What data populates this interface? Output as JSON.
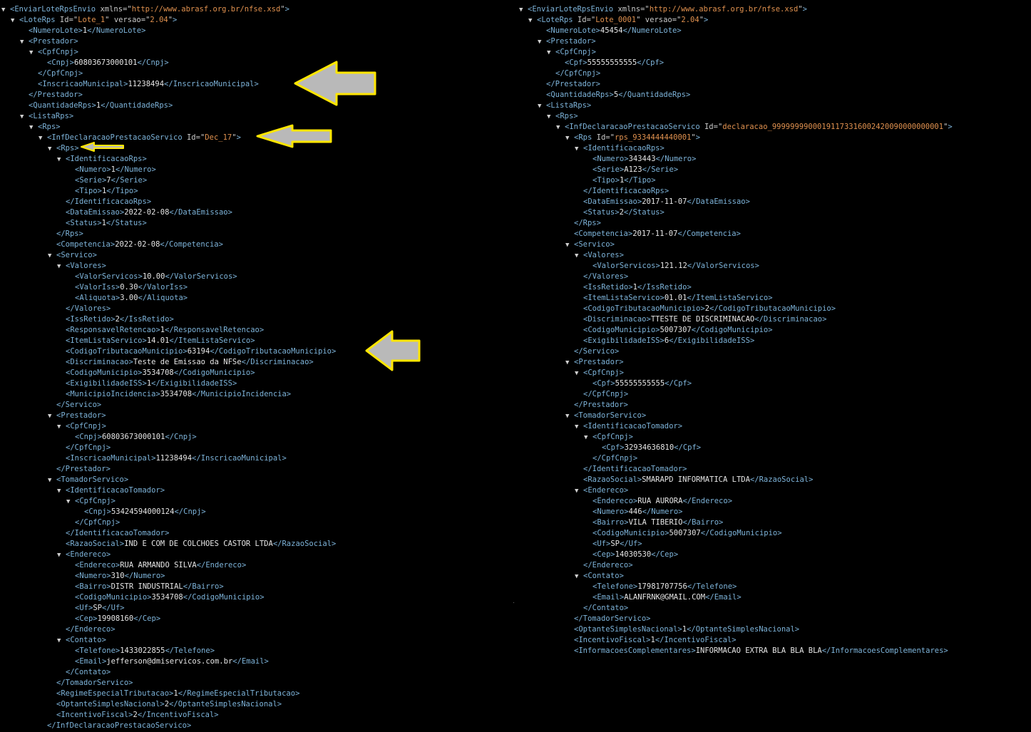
{
  "colors": {
    "background": "#000000",
    "tag": "#7db3d9",
    "text": "#e6e6e6",
    "attr_value": "#e0914f",
    "arrow_fill": "#b9b9b9",
    "arrow_stroke": "#ffe600"
  },
  "left": {
    "lines": [
      {
        "indent": 0,
        "toggle": true,
        "kind": "open",
        "tag": "EnviarLoteRpsEnvio",
        "attrs": [
          {
            "name": "xmlns",
            "value": "http://www.abrasf.org.br/nfse.xsd"
          }
        ]
      },
      {
        "indent": 1,
        "toggle": true,
        "kind": "open",
        "tag": "LoteRps",
        "attrs": [
          {
            "name": "Id",
            "value": "Lote_1"
          },
          {
            "name": "versao",
            "value": "2.04"
          }
        ]
      },
      {
        "indent": 2,
        "kind": "leaf",
        "tag": "NumeroLote",
        "text": "1"
      },
      {
        "indent": 2,
        "toggle": true,
        "kind": "open",
        "tag": "Prestador"
      },
      {
        "indent": 3,
        "toggle": true,
        "kind": "open",
        "tag": "CpfCnpj"
      },
      {
        "indent": 4,
        "kind": "leaf",
        "tag": "Cnpj",
        "text": "60803673000101"
      },
      {
        "indent": 3,
        "kind": "close",
        "tag": "CpfCnpj"
      },
      {
        "indent": 3,
        "kind": "leaf",
        "tag": "InscricaoMunicipal",
        "text": "11238494"
      },
      {
        "indent": 2,
        "kind": "close",
        "tag": "Prestador"
      },
      {
        "indent": 2,
        "kind": "leaf",
        "tag": "QuantidadeRps",
        "text": "1"
      },
      {
        "indent": 2,
        "toggle": true,
        "kind": "open",
        "tag": "ListaRps"
      },
      {
        "indent": 3,
        "toggle": true,
        "kind": "open",
        "tag": "Rps"
      },
      {
        "indent": 4,
        "toggle": true,
        "kind": "open",
        "tag": "InfDeclaracaoPrestacaoServico",
        "attrs": [
          {
            "name": "Id",
            "value": "Dec_17"
          }
        ]
      },
      {
        "indent": 5,
        "toggle": true,
        "kind": "open",
        "tag": "Rps"
      },
      {
        "indent": 6,
        "toggle": true,
        "kind": "open",
        "tag": "IdentificacaoRps"
      },
      {
        "indent": 7,
        "kind": "leaf",
        "tag": "Numero",
        "text": "1"
      },
      {
        "indent": 7,
        "kind": "leaf",
        "tag": "Serie",
        "text": "7"
      },
      {
        "indent": 7,
        "kind": "leaf",
        "tag": "Tipo",
        "text": "1"
      },
      {
        "indent": 6,
        "kind": "close",
        "tag": "IdentificacaoRps"
      },
      {
        "indent": 6,
        "kind": "leaf",
        "tag": "DataEmissao",
        "text": "2022-02-08"
      },
      {
        "indent": 6,
        "kind": "leaf",
        "tag": "Status",
        "text": "1"
      },
      {
        "indent": 5,
        "kind": "close",
        "tag": "Rps"
      },
      {
        "indent": 5,
        "kind": "leaf",
        "tag": "Competencia",
        "text": "2022-02-08"
      },
      {
        "indent": 5,
        "toggle": true,
        "kind": "open",
        "tag": "Servico"
      },
      {
        "indent": 6,
        "toggle": true,
        "kind": "open",
        "tag": "Valores"
      },
      {
        "indent": 7,
        "kind": "leaf",
        "tag": "ValorServicos",
        "text": "10.00"
      },
      {
        "indent": 7,
        "kind": "leaf",
        "tag": "ValorIss",
        "text": "0.30"
      },
      {
        "indent": 7,
        "kind": "leaf",
        "tag": "Aliquota",
        "text": "3.00"
      },
      {
        "indent": 6,
        "kind": "close",
        "tag": "Valores"
      },
      {
        "indent": 6,
        "kind": "leaf",
        "tag": "IssRetido",
        "text": "2"
      },
      {
        "indent": 6,
        "kind": "leaf",
        "tag": "ResponsavelRetencao",
        "text": "1"
      },
      {
        "indent": 6,
        "kind": "leaf",
        "tag": "ItemListaServico",
        "text": "14.01"
      },
      {
        "indent": 6,
        "kind": "leaf",
        "tag": "CodigoTributacaoMunicipio",
        "text": "63194"
      },
      {
        "indent": 6,
        "kind": "leaf",
        "tag": "Discriminacao",
        "text": "Teste de Emissao da NFSe"
      },
      {
        "indent": 6,
        "kind": "leaf",
        "tag": "CodigoMunicipio",
        "text": "3534708"
      },
      {
        "indent": 6,
        "kind": "leaf",
        "tag": "ExigibilidadeISS",
        "text": "1"
      },
      {
        "indent": 6,
        "kind": "leaf",
        "tag": "MunicipioIncidencia",
        "text": "3534708"
      },
      {
        "indent": 5,
        "kind": "close",
        "tag": "Servico"
      },
      {
        "indent": 5,
        "toggle": true,
        "kind": "open",
        "tag": "Prestador"
      },
      {
        "indent": 6,
        "toggle": true,
        "kind": "open",
        "tag": "CpfCnpj"
      },
      {
        "indent": 7,
        "kind": "leaf",
        "tag": "Cnpj",
        "text": "60803673000101"
      },
      {
        "indent": 6,
        "kind": "close",
        "tag": "CpfCnpj"
      },
      {
        "indent": 6,
        "kind": "leaf",
        "tag": "InscricaoMunicipal",
        "text": "11238494"
      },
      {
        "indent": 5,
        "kind": "close",
        "tag": "Prestador"
      },
      {
        "indent": 5,
        "toggle": true,
        "kind": "open",
        "tag": "TomadorServico"
      },
      {
        "indent": 6,
        "toggle": true,
        "kind": "open",
        "tag": "IdentificacaoTomador"
      },
      {
        "indent": 7,
        "toggle": true,
        "kind": "open",
        "tag": "CpfCnpj"
      },
      {
        "indent": 8,
        "kind": "leaf",
        "tag": "Cnpj",
        "text": "53424594000124"
      },
      {
        "indent": 7,
        "kind": "close",
        "tag": "CpfCnpj"
      },
      {
        "indent": 6,
        "kind": "close",
        "tag": "IdentificacaoTomador"
      },
      {
        "indent": 6,
        "kind": "leaf",
        "tag": "RazaoSocial",
        "text": "IND E COM DE COLCHOES CASTOR LTDA"
      },
      {
        "indent": 6,
        "toggle": true,
        "kind": "open",
        "tag": "Endereco"
      },
      {
        "indent": 7,
        "kind": "leaf",
        "tag": "Endereco",
        "text": "RUA ARMANDO SILVA"
      },
      {
        "indent": 7,
        "kind": "leaf",
        "tag": "Numero",
        "text": "310"
      },
      {
        "indent": 7,
        "kind": "leaf",
        "tag": "Bairro",
        "text": "DISTR INDUSTRIAL"
      },
      {
        "indent": 7,
        "kind": "leaf",
        "tag": "CodigoMunicipio",
        "text": "3534708"
      },
      {
        "indent": 7,
        "kind": "leaf",
        "tag": "Uf",
        "text": "SP"
      },
      {
        "indent": 7,
        "kind": "leaf",
        "tag": "Cep",
        "text": "19908160"
      },
      {
        "indent": 6,
        "kind": "close",
        "tag": "Endereco"
      },
      {
        "indent": 6,
        "toggle": true,
        "kind": "open",
        "tag": "Contato"
      },
      {
        "indent": 7,
        "kind": "leaf",
        "tag": "Telefone",
        "text": "1433022855"
      },
      {
        "indent": 7,
        "kind": "leaf",
        "tag": "Email",
        "text": "jefferson@dmiservicos.com.br"
      },
      {
        "indent": 6,
        "kind": "close",
        "tag": "Contato"
      },
      {
        "indent": 5,
        "kind": "close",
        "tag": "TomadorServico"
      },
      {
        "indent": 5,
        "kind": "leaf",
        "tag": "RegimeEspecialTributacao",
        "text": "1"
      },
      {
        "indent": 5,
        "kind": "leaf",
        "tag": "OptanteSimplesNacional",
        "text": "2"
      },
      {
        "indent": 5,
        "kind": "leaf",
        "tag": "IncentivoFiscal",
        "text": "2"
      },
      {
        "indent": 4,
        "kind": "close",
        "tag": "InfDeclaracaoPrestacaoServico"
      }
    ]
  },
  "right": {
    "lines": [
      {
        "indent": 0,
        "toggle": true,
        "kind": "open",
        "tag": "EnviarLoteRpsEnvio",
        "attrs": [
          {
            "name": "xmlns",
            "value": "http://www.abrasf.org.br/nfse.xsd"
          }
        ]
      },
      {
        "indent": 1,
        "toggle": true,
        "kind": "open",
        "tag": "LoteRps",
        "attrs": [
          {
            "name": "Id",
            "value": "Lote_0001"
          },
          {
            "name": "versao",
            "value": "2.04"
          }
        ]
      },
      {
        "indent": 2,
        "kind": "leaf",
        "tag": "NumeroLote",
        "text": "45454"
      },
      {
        "indent": 2,
        "toggle": true,
        "kind": "open",
        "tag": "Prestador"
      },
      {
        "indent": 3,
        "toggle": true,
        "kind": "open",
        "tag": "CpfCnpj"
      },
      {
        "indent": 4,
        "kind": "leaf",
        "tag": "Cpf",
        "text": "55555555555"
      },
      {
        "indent": 3,
        "kind": "close",
        "tag": "CpfCnpj"
      },
      {
        "indent": 2,
        "kind": "close",
        "tag": "Prestador"
      },
      {
        "indent": 2,
        "kind": "leaf",
        "tag": "QuantidadeRps",
        "text": "5"
      },
      {
        "indent": 2,
        "toggle": true,
        "kind": "open",
        "tag": "ListaRps"
      },
      {
        "indent": 3,
        "toggle": true,
        "kind": "open",
        "tag": "Rps"
      },
      {
        "indent": 4,
        "toggle": true,
        "kind": "open",
        "tag": "InfDeclaracaoPrestacaoServico",
        "attrs": [
          {
            "name": "Id",
            "value": "declaracao_99999999000191173316002420090000000001"
          }
        ]
      },
      {
        "indent": 5,
        "toggle": true,
        "kind": "open",
        "tag": "Rps",
        "attrs": [
          {
            "name": "Id",
            "value": "rps_9334444440001"
          }
        ]
      },
      {
        "indent": 6,
        "toggle": true,
        "kind": "open",
        "tag": "IdentificacaoRps"
      },
      {
        "indent": 7,
        "kind": "leaf",
        "tag": "Numero",
        "text": "343443"
      },
      {
        "indent": 7,
        "kind": "leaf",
        "tag": "Serie",
        "text": "A123"
      },
      {
        "indent": 7,
        "kind": "leaf",
        "tag": "Tipo",
        "text": "1"
      },
      {
        "indent": 6,
        "kind": "close",
        "tag": "IdentificacaoRps"
      },
      {
        "indent": 6,
        "kind": "leaf",
        "tag": "DataEmissao",
        "text": "2017-11-07"
      },
      {
        "indent": 6,
        "kind": "leaf",
        "tag": "Status",
        "text": "2"
      },
      {
        "indent": 5,
        "kind": "close",
        "tag": "Rps"
      },
      {
        "indent": 5,
        "kind": "leaf",
        "tag": "Competencia",
        "text": "2017-11-07"
      },
      {
        "indent": 5,
        "toggle": true,
        "kind": "open",
        "tag": "Servico"
      },
      {
        "indent": 6,
        "toggle": true,
        "kind": "open",
        "tag": "Valores"
      },
      {
        "indent": 7,
        "kind": "leaf",
        "tag": "ValorServicos",
        "text": "121.12"
      },
      {
        "indent": 6,
        "kind": "close",
        "tag": "Valores"
      },
      {
        "indent": 6,
        "kind": "leaf",
        "tag": "IssRetido",
        "text": "1"
      },
      {
        "indent": 6,
        "kind": "leaf",
        "tag": "ItemListaServico",
        "text": "01.01"
      },
      {
        "indent": 6,
        "kind": "leaf",
        "tag": "CodigoTributacaoMunicipio",
        "text": "2"
      },
      {
        "indent": 6,
        "kind": "leaf",
        "tag": "Discriminacao",
        "text": "TTESTE DE DISCRIMINACAO"
      },
      {
        "indent": 6,
        "kind": "leaf",
        "tag": "CodigoMunicipio",
        "text": "5007307"
      },
      {
        "indent": 6,
        "kind": "leaf",
        "tag": "ExigibilidadeISS",
        "text": "6"
      },
      {
        "indent": 5,
        "kind": "close",
        "tag": "Servico"
      },
      {
        "indent": 5,
        "toggle": true,
        "kind": "open",
        "tag": "Prestador"
      },
      {
        "indent": 6,
        "toggle": true,
        "kind": "open",
        "tag": "CpfCnpj"
      },
      {
        "indent": 7,
        "kind": "leaf",
        "tag": "Cpf",
        "text": "55555555555"
      },
      {
        "indent": 6,
        "kind": "close",
        "tag": "CpfCnpj"
      },
      {
        "indent": 5,
        "kind": "close",
        "tag": "Prestador"
      },
      {
        "indent": 5,
        "toggle": true,
        "kind": "open",
        "tag": "TomadorServico"
      },
      {
        "indent": 6,
        "toggle": true,
        "kind": "open",
        "tag": "IdentificacaoTomador"
      },
      {
        "indent": 7,
        "toggle": true,
        "kind": "open",
        "tag": "CpfCnpj"
      },
      {
        "indent": 8,
        "kind": "leaf",
        "tag": "Cpf",
        "text": "32934636810"
      },
      {
        "indent": 7,
        "kind": "close",
        "tag": "CpfCnpj"
      },
      {
        "indent": 6,
        "kind": "close",
        "tag": "IdentificacaoTomador"
      },
      {
        "indent": 6,
        "kind": "leaf",
        "tag": "RazaoSocial",
        "text": "SMARAPD INFORMATICA LTDA"
      },
      {
        "indent": 6,
        "toggle": true,
        "kind": "open",
        "tag": "Endereco"
      },
      {
        "indent": 7,
        "kind": "leaf",
        "tag": "Endereco",
        "text": "RUA AURORA"
      },
      {
        "indent": 7,
        "kind": "leaf",
        "tag": "Numero",
        "text": "446"
      },
      {
        "indent": 7,
        "kind": "leaf",
        "tag": "Bairro",
        "text": "VILA TIBERIO"
      },
      {
        "indent": 7,
        "kind": "leaf",
        "tag": "CodigoMunicipio",
        "text": "5007307"
      },
      {
        "indent": 7,
        "kind": "leaf",
        "tag": "Uf",
        "text": "SP"
      },
      {
        "indent": 7,
        "kind": "leaf",
        "tag": "Cep",
        "text": "14030530"
      },
      {
        "indent": 6,
        "kind": "close",
        "tag": "Endereco"
      },
      {
        "indent": 6,
        "toggle": true,
        "kind": "open",
        "tag": "Contato"
      },
      {
        "indent": 7,
        "kind": "leaf",
        "tag": "Telefone",
        "text": "17981707756"
      },
      {
        "indent": 7,
        "kind": "leaf",
        "tag": "Email",
        "text": "ALANFRNK@GMAIL.COM"
      },
      {
        "indent": 6,
        "kind": "close",
        "tag": "Contato"
      },
      {
        "indent": 5,
        "kind": "close",
        "tag": "TomadorServico"
      },
      {
        "indent": 5,
        "kind": "leaf",
        "tag": "OptanteSimplesNacional",
        "text": "1"
      },
      {
        "indent": 5,
        "kind": "leaf",
        "tag": "IncentivoFiscal",
        "text": "1"
      },
      {
        "indent": 5,
        "kind": "leaf",
        "tag": "InformacoesComplementares",
        "text": "INFORMACAO EXTRA BLA BLA BLA"
      }
    ]
  }
}
